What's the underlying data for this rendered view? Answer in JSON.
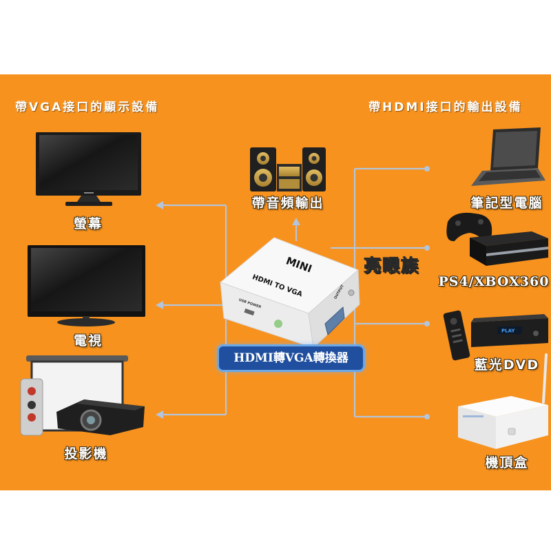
{
  "colors": {
    "background": "#FFFFFF",
    "orange": "#F7921E",
    "connector_line": "#B3C5DD",
    "label_box": "#1F4F9E",
    "label_box_border": "#6AA8E8",
    "brand_text": "#FFE600"
  },
  "headings": {
    "displays": "帶VGA接口的顯示設備",
    "sources": "帶HDMI接口的輸出設備"
  },
  "displays": [
    {
      "label": "螢幕",
      "icon": "monitor-icon"
    },
    {
      "label": "電視",
      "icon": "tv-icon"
    },
    {
      "label": "投影機",
      "icon": "projector-icon"
    }
  ],
  "audio": {
    "label": "帶音頻輸出",
    "icon": "speaker-icon"
  },
  "converter": {
    "label": "HDMI轉VGA轉換器",
    "top_text": "MINI",
    "model_text": "HDMI TO VGA",
    "usb_port_text": "USB POWER",
    "output_port_text": "OUTPUT"
  },
  "brand": "亮眼族",
  "sources": [
    {
      "label": "筆記型電腦",
      "icon": "laptop-icon"
    },
    {
      "label": "PS4/XBOX360",
      "icon": "game-console-icon"
    },
    {
      "label": "藍光DVD",
      "icon": "dvd-player-icon",
      "display_text": "PLAY"
    },
    {
      "label": "機頂盒",
      "icon": "set-top-box-icon"
    }
  ]
}
